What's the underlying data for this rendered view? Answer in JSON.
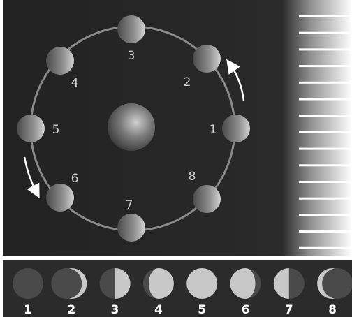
{
  "orbit": {
    "positions": [
      {
        "label": "1"
      },
      {
        "label": "2"
      },
      {
        "label": "3"
      },
      {
        "label": "4"
      },
      {
        "label": "5"
      },
      {
        "label": "6"
      },
      {
        "label": "7"
      },
      {
        "label": "8"
      }
    ]
  },
  "phases": [
    {
      "label": "1",
      "phase": "new"
    },
    {
      "label": "2",
      "phase": "waxing-crescent"
    },
    {
      "label": "3",
      "phase": "first-quarter"
    },
    {
      "label": "4",
      "phase": "waxing-gibbous"
    },
    {
      "label": "5",
      "phase": "full"
    },
    {
      "label": "6",
      "phase": "waning-gibbous"
    },
    {
      "label": "7",
      "phase": "last-quarter"
    },
    {
      "label": "8",
      "phase": "waning-crescent"
    }
  ],
  "colors": {
    "background": "#2b2b2b",
    "orbit_line": "#8a8a8a",
    "moon_lit": "#c8c8c8",
    "moon_dark": "#4a4a4a",
    "label_orbit": "#cfcfcf",
    "label_phase": "#ffffff"
  }
}
